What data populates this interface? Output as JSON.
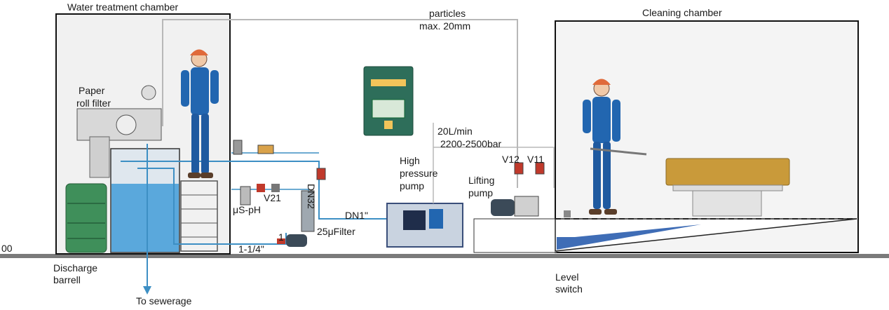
{
  "chambers": {
    "water_treatment": "Water treatment chamber",
    "cleaning": "Cleaning chamber"
  },
  "labels": {
    "particles_1": "particles",
    "particles_2": "max. 20mm",
    "paper_filter_1": "Paper",
    "paper_filter_2": "roll filter",
    "flow_1": "20L/min",
    "flow_2": "2200-2500bar",
    "hp_pump_1": "High",
    "hp_pump_2": "pressure",
    "hp_pump_3": "pump",
    "lifting_pump_1": "Lifting",
    "lifting_pump_2": "pump",
    "v12": "V12",
    "v11": "V11",
    "v21": "V21",
    "us_ph": "μS-pH",
    "dn32": "DN32",
    "dn1": "DN1\"",
    "filter": "25μFilter",
    "size_114": "1-1/4\"",
    "one": "1",
    "zero": "00",
    "discharge_1": "Discharge",
    "discharge_2": "barrell",
    "sewerage": "To sewerage",
    "level_1": "Level",
    "level_2": "switch"
  },
  "colors": {
    "water": "#5aa8dc",
    "pipe": "#3d8fc4",
    "worker": "#2266b0",
    "helmet": "#e06a3a",
    "barrel": "#3f8f5a",
    "cabinet": "#2e6e5a",
    "workpiece": "#c99a3a"
  }
}
